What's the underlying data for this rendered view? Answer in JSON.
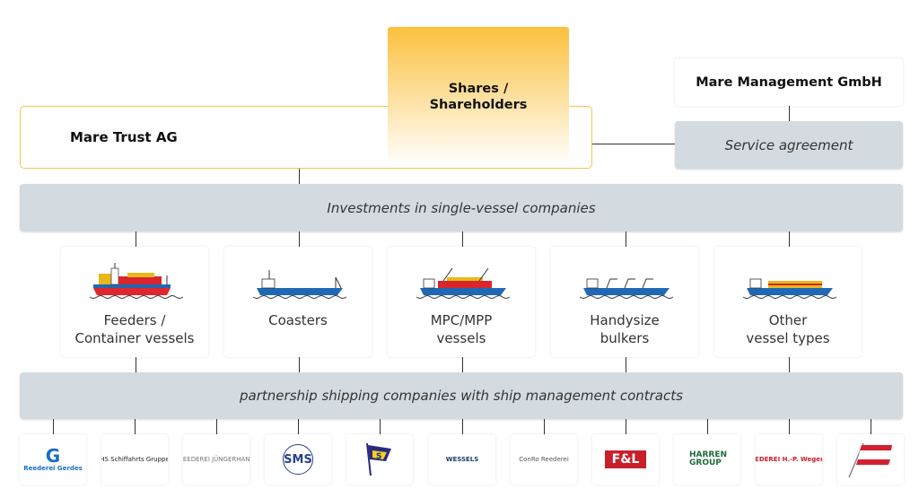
{
  "shareholders": {
    "label": "Shares /\nShareholders"
  },
  "trust": {
    "label": "Mare Trust AG"
  },
  "management": {
    "label": "Mare Management GmbH"
  },
  "service": {
    "label": "Service agreement"
  },
  "investments": {
    "label": "Investments in single-vessel companies"
  },
  "vessels": [
    {
      "label": "Feeders /\nContainer vessels",
      "icon": "container-ship-icon"
    },
    {
      "label": "Coasters",
      "icon": "coaster-ship-icon"
    },
    {
      "label": "MPC/MPP\nvessels",
      "icon": "mpp-ship-icon"
    },
    {
      "label": "Handysize\nbulkers",
      "icon": "bulker-ship-icon"
    },
    {
      "label": "Other\nvessel types",
      "icon": "tanker-ship-icon"
    }
  ],
  "partnership": {
    "label": "partnership shipping companies with ship management contracts"
  },
  "logos": [
    {
      "text": "Reederei Gerdes",
      "color": "#1a6fc4"
    },
    {
      "text": "HS Schiffahrts Gruppe",
      "color": "#222"
    },
    {
      "text": "REEDEREI JÜNGERHANS",
      "color": "#777"
    },
    {
      "text": "SMS",
      "color": "#2a3f8f"
    },
    {
      "text": "S",
      "color": "#2a2a80"
    },
    {
      "text": "WESSELS",
      "color": "#1f3d66"
    },
    {
      "text": "ConRo Reederei",
      "color": "#555"
    },
    {
      "text": "F&L",
      "color": "#c8202a"
    },
    {
      "text": "HARREN GROUP",
      "color": "#1d6b3a"
    },
    {
      "text": "REEDEREI H.-P. Wegener",
      "color": "#c8202a"
    },
    {
      "text": "",
      "color": "#d32030"
    }
  ]
}
